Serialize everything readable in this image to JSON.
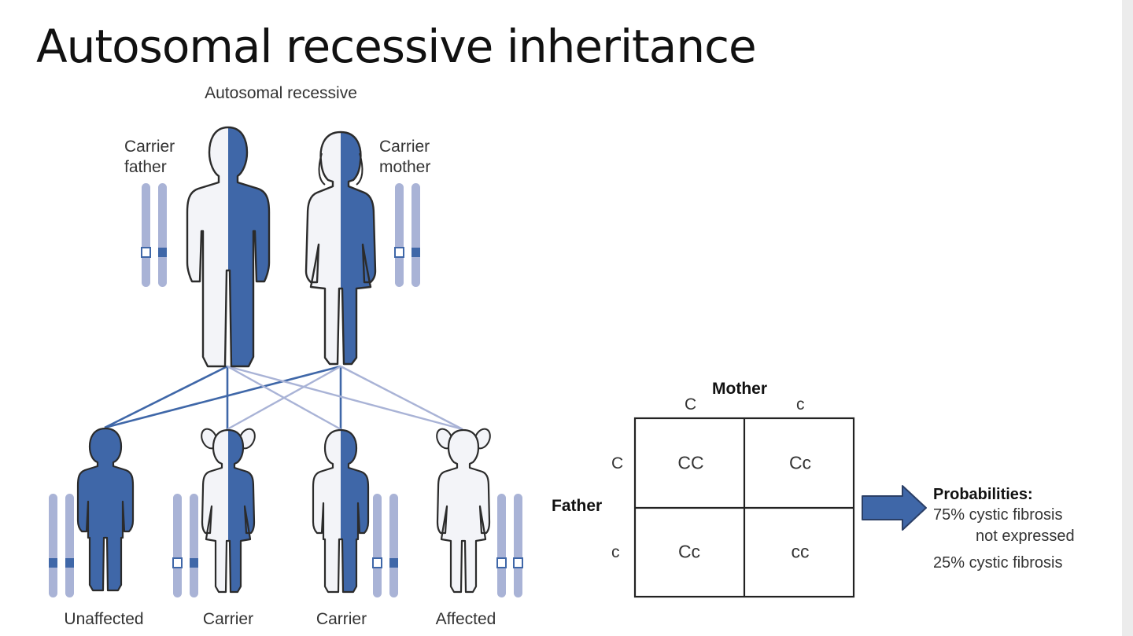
{
  "slide": {
    "title": "Autosomal recessive inheritance"
  },
  "diagram": {
    "caption": "Autosomal recessive",
    "parents": {
      "father": {
        "line1": "Carrier",
        "line2": "father"
      },
      "mother": {
        "line1": "Carrier",
        "line2": "mother"
      }
    },
    "children": [
      {
        "label": "Unaffected"
      },
      {
        "label": "Carrier"
      },
      {
        "label": "Carrier"
      },
      {
        "label": "Affected"
      }
    ],
    "colors": {
      "dark": "#3f67a8",
      "light": "#f3f4f8",
      "chromosome": "#a9b3d6",
      "outline": "#2b2b2b"
    }
  },
  "punnett": {
    "mother_label": "Mother",
    "father_label": "Father",
    "mother_alleles": [
      "C",
      "c"
    ],
    "father_alleles": [
      "C",
      "c"
    ],
    "cells": [
      [
        "CC",
        "Cc"
      ],
      [
        "Cc",
        "cc"
      ]
    ]
  },
  "probabilities": {
    "heading": "Probabilities:",
    "line1": "75% cystic fibrosis",
    "line2": "not expressed",
    "line3": "25% cystic fibrosis"
  }
}
